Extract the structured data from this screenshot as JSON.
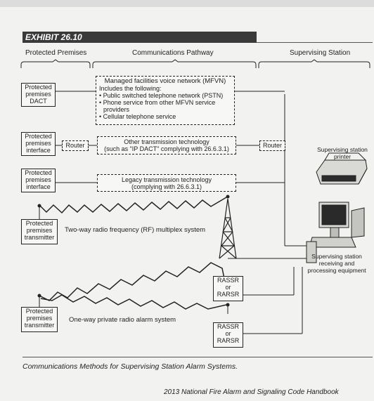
{
  "exhibit": {
    "title": "EXHIBIT 26.10"
  },
  "columns": {
    "protected": "Protected Premises",
    "pathway": "Communications Pathway",
    "station": "Supervising Station"
  },
  "premises": {
    "dact": [
      "Protected",
      "premises",
      "DACT"
    ],
    "interface1": [
      "Protected",
      "premises",
      "interface"
    ],
    "interface2": [
      "Protected",
      "premises",
      "interface"
    ],
    "transmitter1": [
      "Protected",
      "premises",
      "transmitter"
    ],
    "transmitter2": [
      "Protected",
      "premises",
      "transmitter"
    ]
  },
  "mfvn": {
    "title": "Managed facilities voice network (MFVN)",
    "intro": "Includes the following:",
    "items": [
      "• Public switched telephone network (PSTN)",
      "• Phone service from other MFVN service",
      "providers",
      "• Cellular telephone service"
    ]
  },
  "other_tech": {
    "line1": "Other transmission technology",
    "line2": "(such as \"IP DACT\" complying with 26.6.3.1)"
  },
  "legacy_tech": {
    "line1": "Legacy transmission technology",
    "line2": "(complying with 26.6.3.1)"
  },
  "router_left": "Router",
  "router_right": "Router",
  "two_way_label": "Two-way radio frequency (RF) multiplex system",
  "one_way_label": "One-way private radio alarm system",
  "rassr1": [
    "RASSR",
    "or",
    "RARSR"
  ],
  "rassr2": [
    "RASSR",
    "or",
    "RARSR"
  ],
  "printer_label": [
    "Supervising station",
    "printer"
  ],
  "equipment_label": [
    "Supervising station",
    "receiving and",
    "processing equipment"
  ],
  "caption": "Communications Methods for Supervising Station Alarm Systems.",
  "footer": "2013   National Fire Alarm and Signaling Code Handbook"
}
